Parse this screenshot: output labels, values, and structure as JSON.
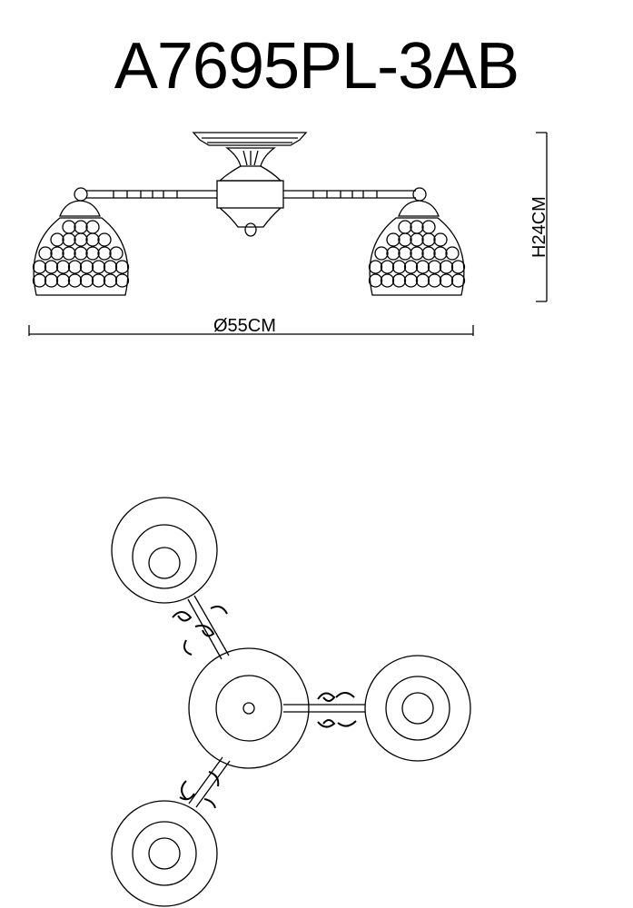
{
  "title": "A7695PL-3AB",
  "dimensions": {
    "diameter": "Ø55CM",
    "height": "H24CM"
  }
}
